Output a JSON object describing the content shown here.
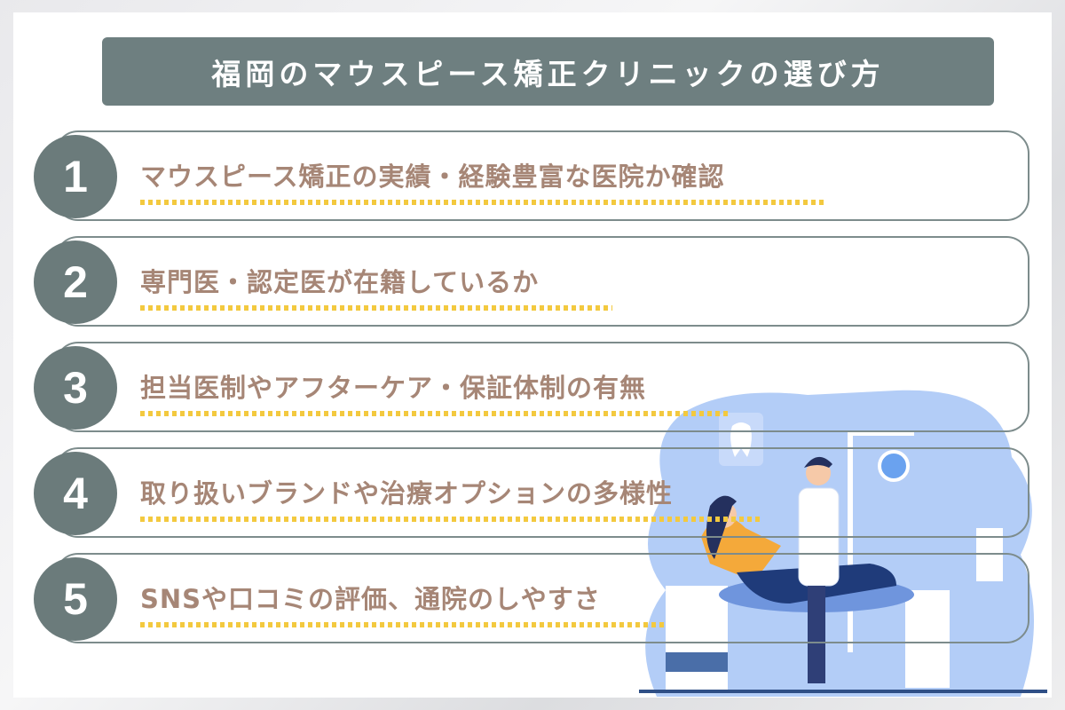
{
  "title": "福岡のマウスピース矯正クリニックの選び方",
  "items": [
    {
      "number": "1",
      "label": "マウスピース矯正の実績・経験豊富な医院か確認"
    },
    {
      "number": "2",
      "label": "専門医・認定医が在籍しているか"
    },
    {
      "number": "3",
      "label": "担当医制やアフターケア・保証体制の有無"
    },
    {
      "number": "4",
      "label": "取り扱いブランドや治療オプションの多様性"
    },
    {
      "number": "5",
      "label": "SNSや口コミの評価、通院のしやすさ"
    }
  ],
  "colors": {
    "title_bg": "#6e7f80",
    "circle": "#6b7b7b",
    "text": "#a68676",
    "underline": "#f3c93f",
    "illustration": "#a9c4f5"
  }
}
